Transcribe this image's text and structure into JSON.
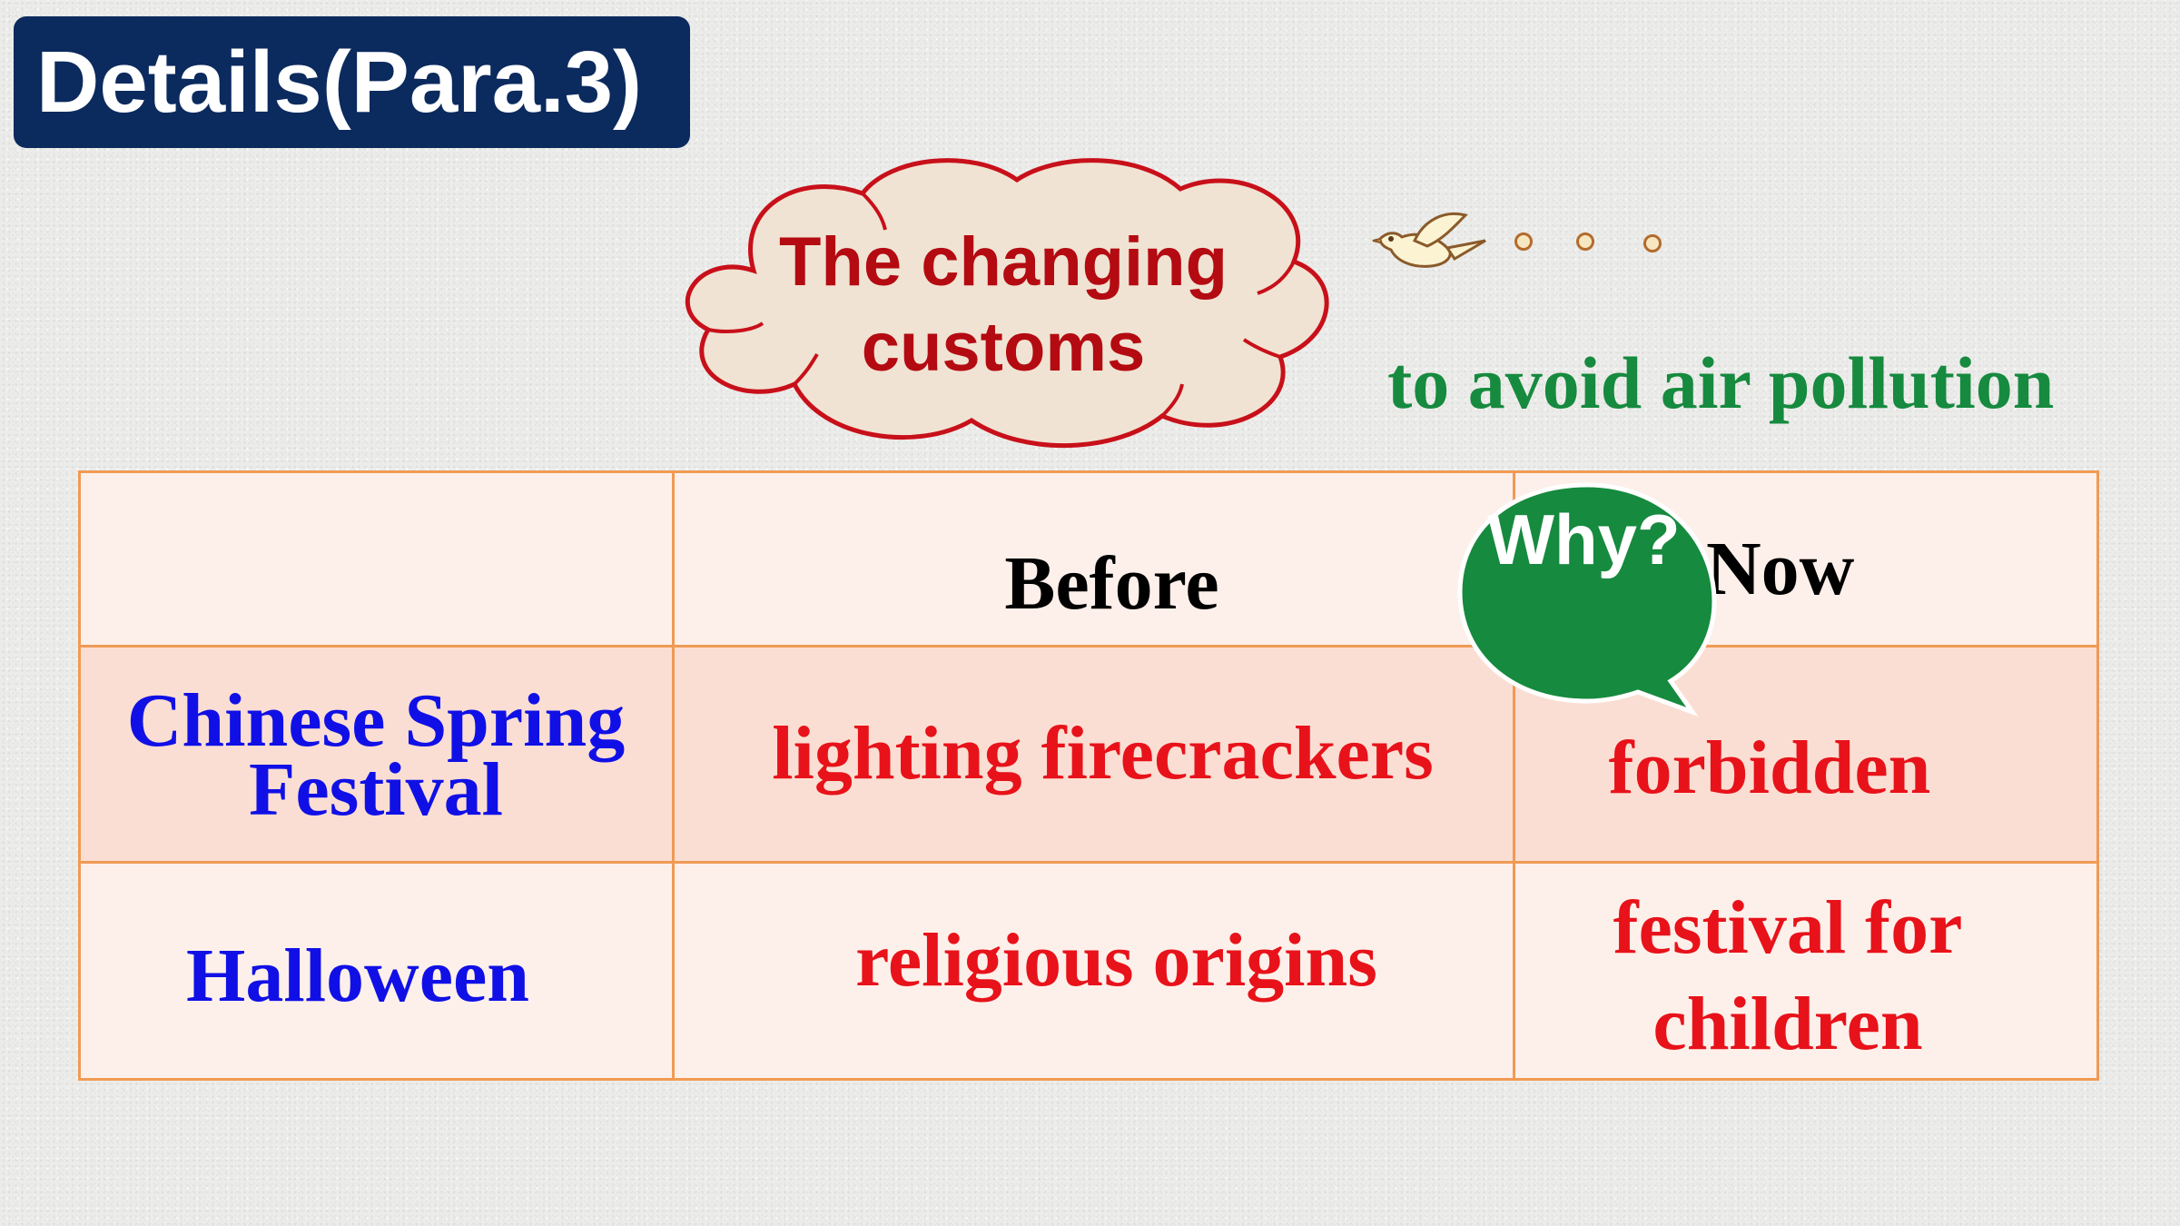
{
  "slide": {
    "title": "Details(Para.3)",
    "cloud_text": "The changing customs",
    "reason_text": "to avoid air pollution",
    "bubble_text": "Why?"
  },
  "table": {
    "headers": [
      "",
      "Before",
      "Now"
    ],
    "rows": [
      {
        "festival": "Chinese Spring Festival",
        "before": "lighting firecrackers",
        "now": "forbidden"
      },
      {
        "festival": "Halloween",
        "before": "religious origins",
        "now": "festival for children"
      }
    ]
  },
  "colors": {
    "title_bg": "#0b2a5e",
    "cloud_text": "#b40a12",
    "reason_text": "#168a3e",
    "festival_text": "#1010e6",
    "answer_text": "#e8121a",
    "bubble_bg": "#168a3e",
    "table_border": "#f09a55"
  }
}
